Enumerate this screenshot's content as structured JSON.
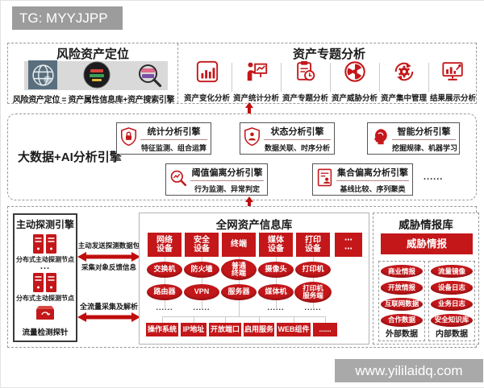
{
  "badge": {
    "tg": "TG: MYYJJPP"
  },
  "watermark": {
    "url_text": "www.yililaidq.com"
  },
  "colors": {
    "accent_red": "#c4171a",
    "badge_gray": "#9c9c9c"
  },
  "top": {
    "risk": {
      "title": "风险资产定位",
      "equation": "风险资产定位 = 资产属性信息库+资产搜索引擎"
    },
    "topics": {
      "title": "资产专题分析",
      "items": [
        {
          "icon": "bar-chart-icon",
          "label": "资产变化分析"
        },
        {
          "icon": "presenter-icon",
          "label": "资产统计分析"
        },
        {
          "icon": "clipboard-chart-icon",
          "label": "资产专题分析"
        },
        {
          "icon": "radiation-icon",
          "label": "资产威胁分析"
        },
        {
          "icon": "gear-cycle-icon",
          "label": "资产集中管理"
        },
        {
          "icon": "monitor-chart-icon",
          "label": "结果展示分析"
        }
      ]
    }
  },
  "middle": {
    "label": "大数据+AI分析引擎",
    "engines": [
      {
        "icon": "shield-lock-icon",
        "title": "统计分析引擎",
        "subtitle": "特征监测、组合运算"
      },
      {
        "icon": "shield-person-icon",
        "title": "状态分析引擎",
        "subtitle": "数据关联、时序分析"
      },
      {
        "icon": "brain-head-icon",
        "title": "智能分析引擎",
        "subtitle": "挖掘规律、机器学习"
      },
      {
        "icon": "magnifier-wave-icon",
        "title": "阈值偏离分析引擎",
        "subtitle": "行为监测、异常判定"
      },
      {
        "icon": "doc-person-icon",
        "title": "集合偏离分析引擎",
        "subtitle": "基线比较、序列聚类"
      }
    ],
    "more_dots": "......"
  },
  "bottom": {
    "probe_engine": {
      "title": "主动探测引擎",
      "node1": "分布式主动探测节点",
      "between_dots": "...",
      "node2": "分布式主动探测节点",
      "probe_label": "流量检测探针"
    },
    "flows": {
      "send": "主动发送探测数据包",
      "collect": "采集对象反馈信息",
      "traffic": "全流量采集及解析"
    },
    "asset_db": {
      "title": "全网资产信息库",
      "columns": [
        {
          "label": "网络\n设备",
          "children": [
            "交换机",
            "路由器"
          ]
        },
        {
          "label": "安全\n设备",
          "children": [
            "防火墙",
            "VPN"
          ]
        },
        {
          "label": "终端",
          "children": [
            "普通\n终端",
            "服务器"
          ]
        },
        {
          "label": "媒体\n设备",
          "children": [
            "摄像头",
            "媒体机"
          ]
        },
        {
          "label": "打印\n设备",
          "children": [
            "打印机",
            "打印机\n服务端"
          ]
        },
        {
          "label": "⋯\n⋯",
          "children": []
        }
      ],
      "col_dots": "......",
      "attributes": [
        "操作系统",
        "IP地址",
        "开放端口",
        "启用服务",
        "WEB组件",
        "......"
      ]
    },
    "threat_db": {
      "title": "威胁情报库",
      "banner": "威胁情报",
      "external": {
        "label": "外部数据",
        "items": [
          "商业情报",
          "开放情报",
          "互联网数据",
          "合作数据"
        ]
      },
      "internal": {
        "label": "内部数据",
        "items": [
          "流量镜像",
          "设备日志",
          "业务日志",
          "安全知识库"
        ]
      }
    }
  }
}
